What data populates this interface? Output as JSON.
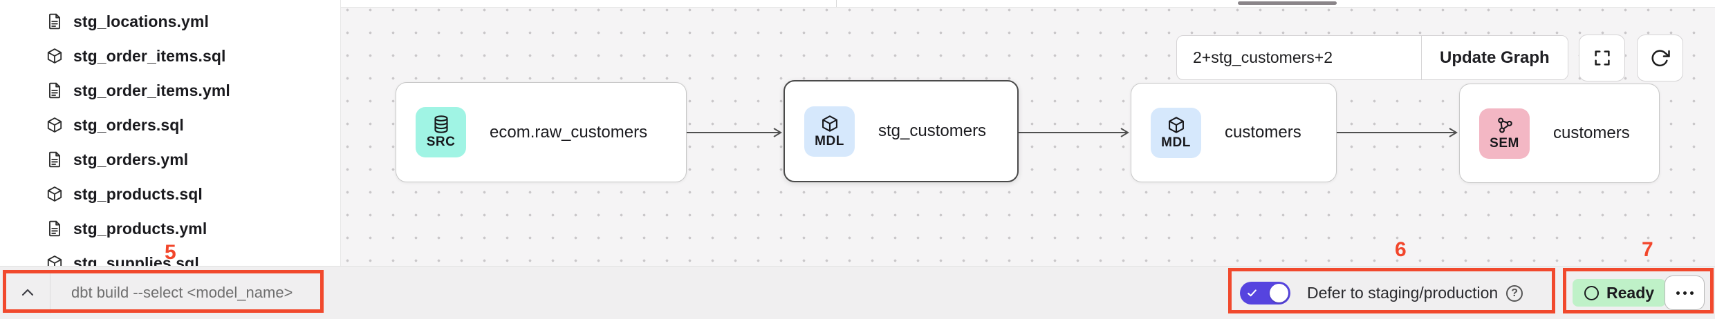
{
  "sidebar": {
    "files": [
      {
        "name": "stg_locations.yml",
        "type": "yml"
      },
      {
        "name": "stg_order_items.sql",
        "type": "sql"
      },
      {
        "name": "stg_order_items.yml",
        "type": "yml"
      },
      {
        "name": "stg_orders.sql",
        "type": "sql"
      },
      {
        "name": "stg_orders.yml",
        "type": "yml"
      },
      {
        "name": "stg_products.sql",
        "type": "sql"
      },
      {
        "name": "stg_products.yml",
        "type": "yml"
      },
      {
        "name": "stg_supplies.sql",
        "type": "sql"
      }
    ]
  },
  "graph": {
    "selector": {
      "value": "2+stg_customers+2",
      "update_label": "Update Graph"
    },
    "nodes": [
      {
        "badge": "SRC",
        "label": "ecom.raw_customers",
        "icon": "database-icon",
        "badge_color": "#a0f4e4",
        "selected": false
      },
      {
        "badge": "MDL",
        "label": "stg_customers",
        "icon": "model-cube-icon",
        "badge_color": "#d6e8fc",
        "selected": true
      },
      {
        "badge": "MDL",
        "label": "customers",
        "icon": "model-cube-icon",
        "badge_color": "#d6e8fc",
        "selected": false
      },
      {
        "badge": "SEM",
        "label": "customers",
        "icon": "semantic-graph-icon",
        "badge_color": "#f3b7c4",
        "selected": false
      }
    ]
  },
  "bottom": {
    "command_placeholder": "dbt build --select <model_name>",
    "defer_label": "Defer to staging/production",
    "help_glyph": "?",
    "status_label": "Ready"
  },
  "annotations": {
    "box5": "5",
    "box6": "6",
    "box7": "7"
  },
  "colors": {
    "annotation_red": "#f1492d",
    "toggle_purple": "#5644df",
    "ready_green": "#bff1c8",
    "src_badge": "#a0f4e4",
    "mdl_badge": "#d6e8fc",
    "sem_badge": "#f3b7c4",
    "canvas_bg": "#f5f4f5"
  }
}
